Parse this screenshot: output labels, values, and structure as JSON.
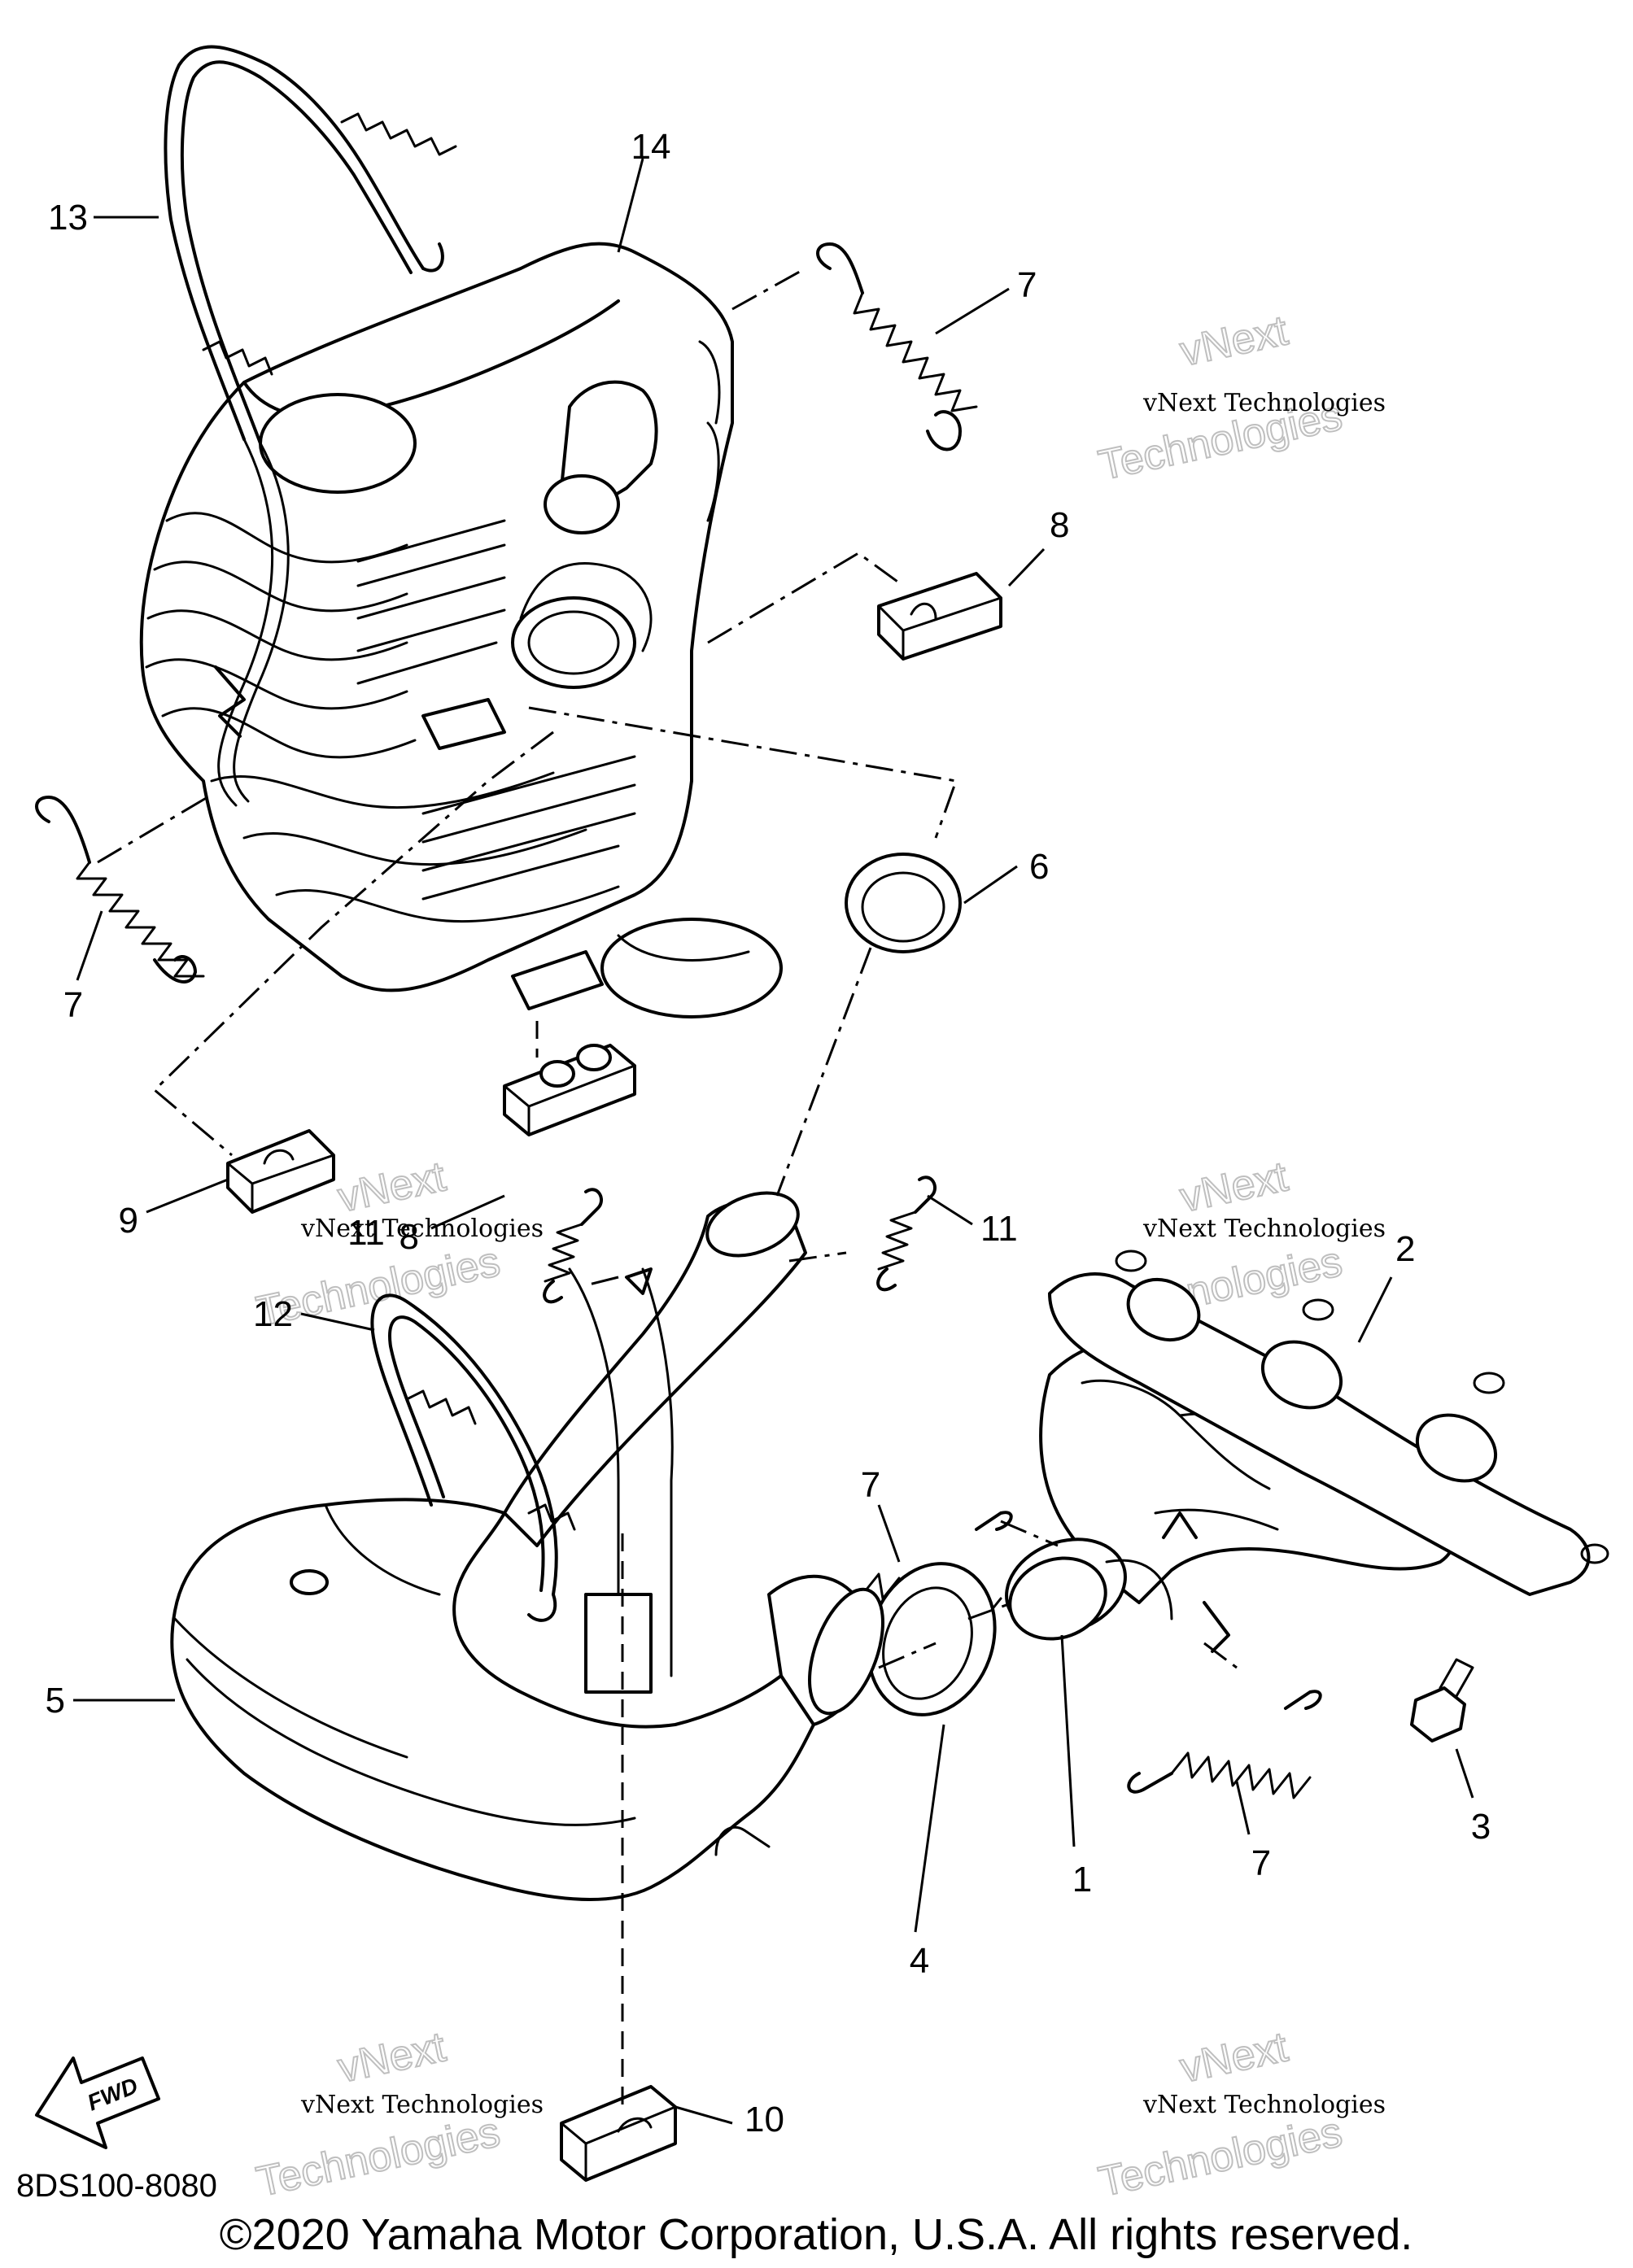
{
  "diagram": {
    "callouts": {
      "c1": "1",
      "c2": "2",
      "c3": "3",
      "c4": "4",
      "c5": "5",
      "c6": "6",
      "c7a": "7",
      "c7b": "7",
      "c7c": "7",
      "c7d": "7",
      "c8a": "8",
      "c8b": "8",
      "c9": "9",
      "c10": "10",
      "c11a": "11",
      "c11b": "11",
      "c12": "12",
      "c13": "13",
      "c14": "14"
    },
    "fwd_label": "FWD",
    "diagram_code": "8DS100-8080",
    "copyright": "©2020 Yamaha Motor Corporation, U.S.A. All rights reserved.",
    "watermark": {
      "small": "vNext Technologies",
      "big_top": "vNext",
      "big_bottom": "Technologies"
    }
  }
}
